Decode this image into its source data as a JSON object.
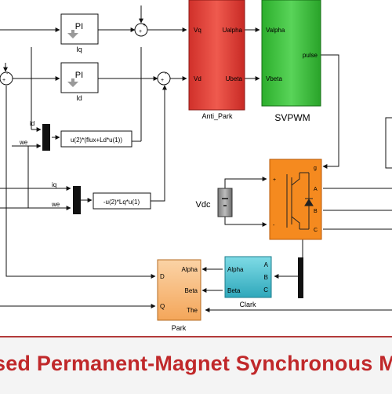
{
  "blocks": {
    "pi_q": {
      "label": "PI",
      "caption": "Iq"
    },
    "pi_d": {
      "label": "PI",
      "caption": "Id"
    },
    "anti_park": {
      "caption": "Anti_Park",
      "ports_in": [
        "Vq",
        "Vd"
      ],
      "ports_out": [
        "Ualpha",
        "Ubeta"
      ]
    },
    "svpwm": {
      "caption": "SVPWM",
      "ports_in": [
        "Valpha",
        "Vbeta"
      ],
      "port_out": "pulse"
    },
    "fcn_q": {
      "expr": "u(2)*(flux+Ld*u(1))"
    },
    "fcn_d": {
      "expr": "-u(2)*Lq*u(1)"
    },
    "inverter": {
      "ports": [
        "g",
        "+",
        "-",
        "A",
        "B",
        "C"
      ]
    },
    "dc_source": {
      "label": "Vdc"
    },
    "clark": {
      "caption": "Clark",
      "ports_in": [
        "A",
        "B",
        "C"
      ],
      "ports_out": [
        "Alpha",
        "Beta"
      ]
    },
    "park": {
      "caption": "Park",
      "ports_in": [
        "Alpha",
        "Beta",
        "The"
      ],
      "ports_out": [
        "D",
        "Q"
      ]
    }
  },
  "signals": {
    "id": "id",
    "we1": "we",
    "iq": "iq",
    "we2": "we"
  },
  "sum_signs": {
    "plus": "+",
    "minus": "-"
  },
  "caption_text": "sed Permanent-Magnet Synchronous M",
  "colors": {
    "anti_park": "#e0403a",
    "svpwm": "#3ec23e",
    "inverter": "#f58a1f",
    "clark": "#48c4d4",
    "park": "#f7b979",
    "caption": "#c0282a"
  }
}
